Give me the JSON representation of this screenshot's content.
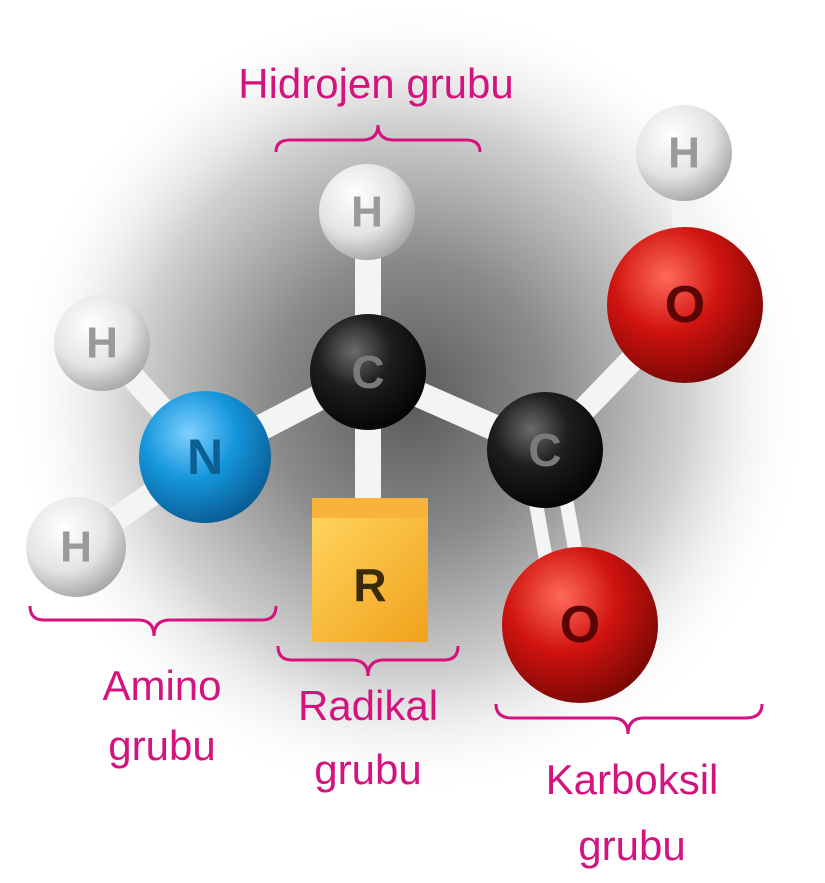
{
  "colors": {
    "label": "#d4137f",
    "hydrogen": "#e2e2e2",
    "carbon": "#1b1b1b",
    "nitrogen": "#1596dc",
    "oxygen": "#d0130f",
    "radical": "#f4b12c"
  },
  "groups": {
    "hydrogen": {
      "label": "Hidrojen grubu"
    },
    "amino": {
      "label_line1": "Amino",
      "label_line2": "grubu"
    },
    "radical": {
      "label_line1": "Radikal",
      "label_line2": "grubu"
    },
    "carboxyl": {
      "label_line1": "Karboksil",
      "label_line2": "grubu"
    }
  },
  "atoms": {
    "h_top": "H",
    "h_carboxyl": "H",
    "h_amino_upper": "H",
    "h_amino_lower": "H",
    "c_alpha": "C",
    "c_carboxyl": "C",
    "n_amino": "N",
    "o_hydroxyl": "O",
    "o_double": "O",
    "r_radical": "R"
  }
}
